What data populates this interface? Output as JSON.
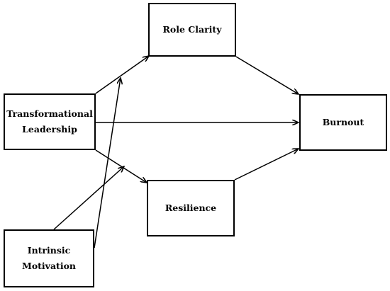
{
  "nodes": {
    "role_clarity": {
      "lines": [
        "Role Clarity"
      ]
    },
    "transformational_leadership": {
      "lines": [
        "Transformational",
        "Leadership"
      ]
    },
    "burnout": {
      "lines": [
        "Burnout"
      ]
    },
    "resilience": {
      "lines": [
        "Resilience"
      ]
    },
    "intrinsic_motivation": {
      "lines": [
        "Intrinsic",
        "Motivation"
      ]
    }
  },
  "edges": [
    {
      "from": "Transformational Leadership",
      "to": "Role Clarity"
    },
    {
      "from": "Transformational Leadership",
      "to": "Burnout"
    },
    {
      "from": "Transformational Leadership",
      "to": "Resilience"
    },
    {
      "from": "Role Clarity",
      "to": "Burnout"
    },
    {
      "from": "Resilience",
      "to": "Burnout"
    },
    {
      "from": "Intrinsic Motivation",
      "to": "Role Clarity path"
    },
    {
      "from": "Intrinsic Motivation",
      "to": "Resilience path"
    }
  ],
  "colors": {
    "stroke": "#000000",
    "background": "#ffffff"
  }
}
